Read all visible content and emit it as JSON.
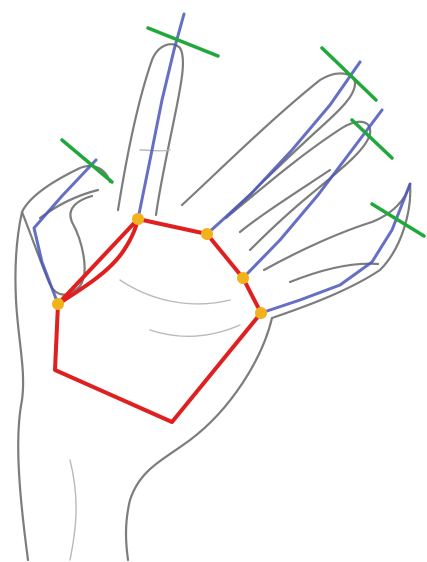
{
  "colors": {
    "sketch": "#7d7d7d",
    "finger_axis": "#4a56b8",
    "palm_outline": "#e02020",
    "fingertip_marker": "#21a83a",
    "joint_dot": "#f2b21c"
  },
  "diagram": {
    "subject": "hand-sketch",
    "fingers": [
      "thumb",
      "index",
      "middle",
      "ring",
      "pinky"
    ],
    "palm_joint_count": 5,
    "fingertip_marker_count": 5
  }
}
